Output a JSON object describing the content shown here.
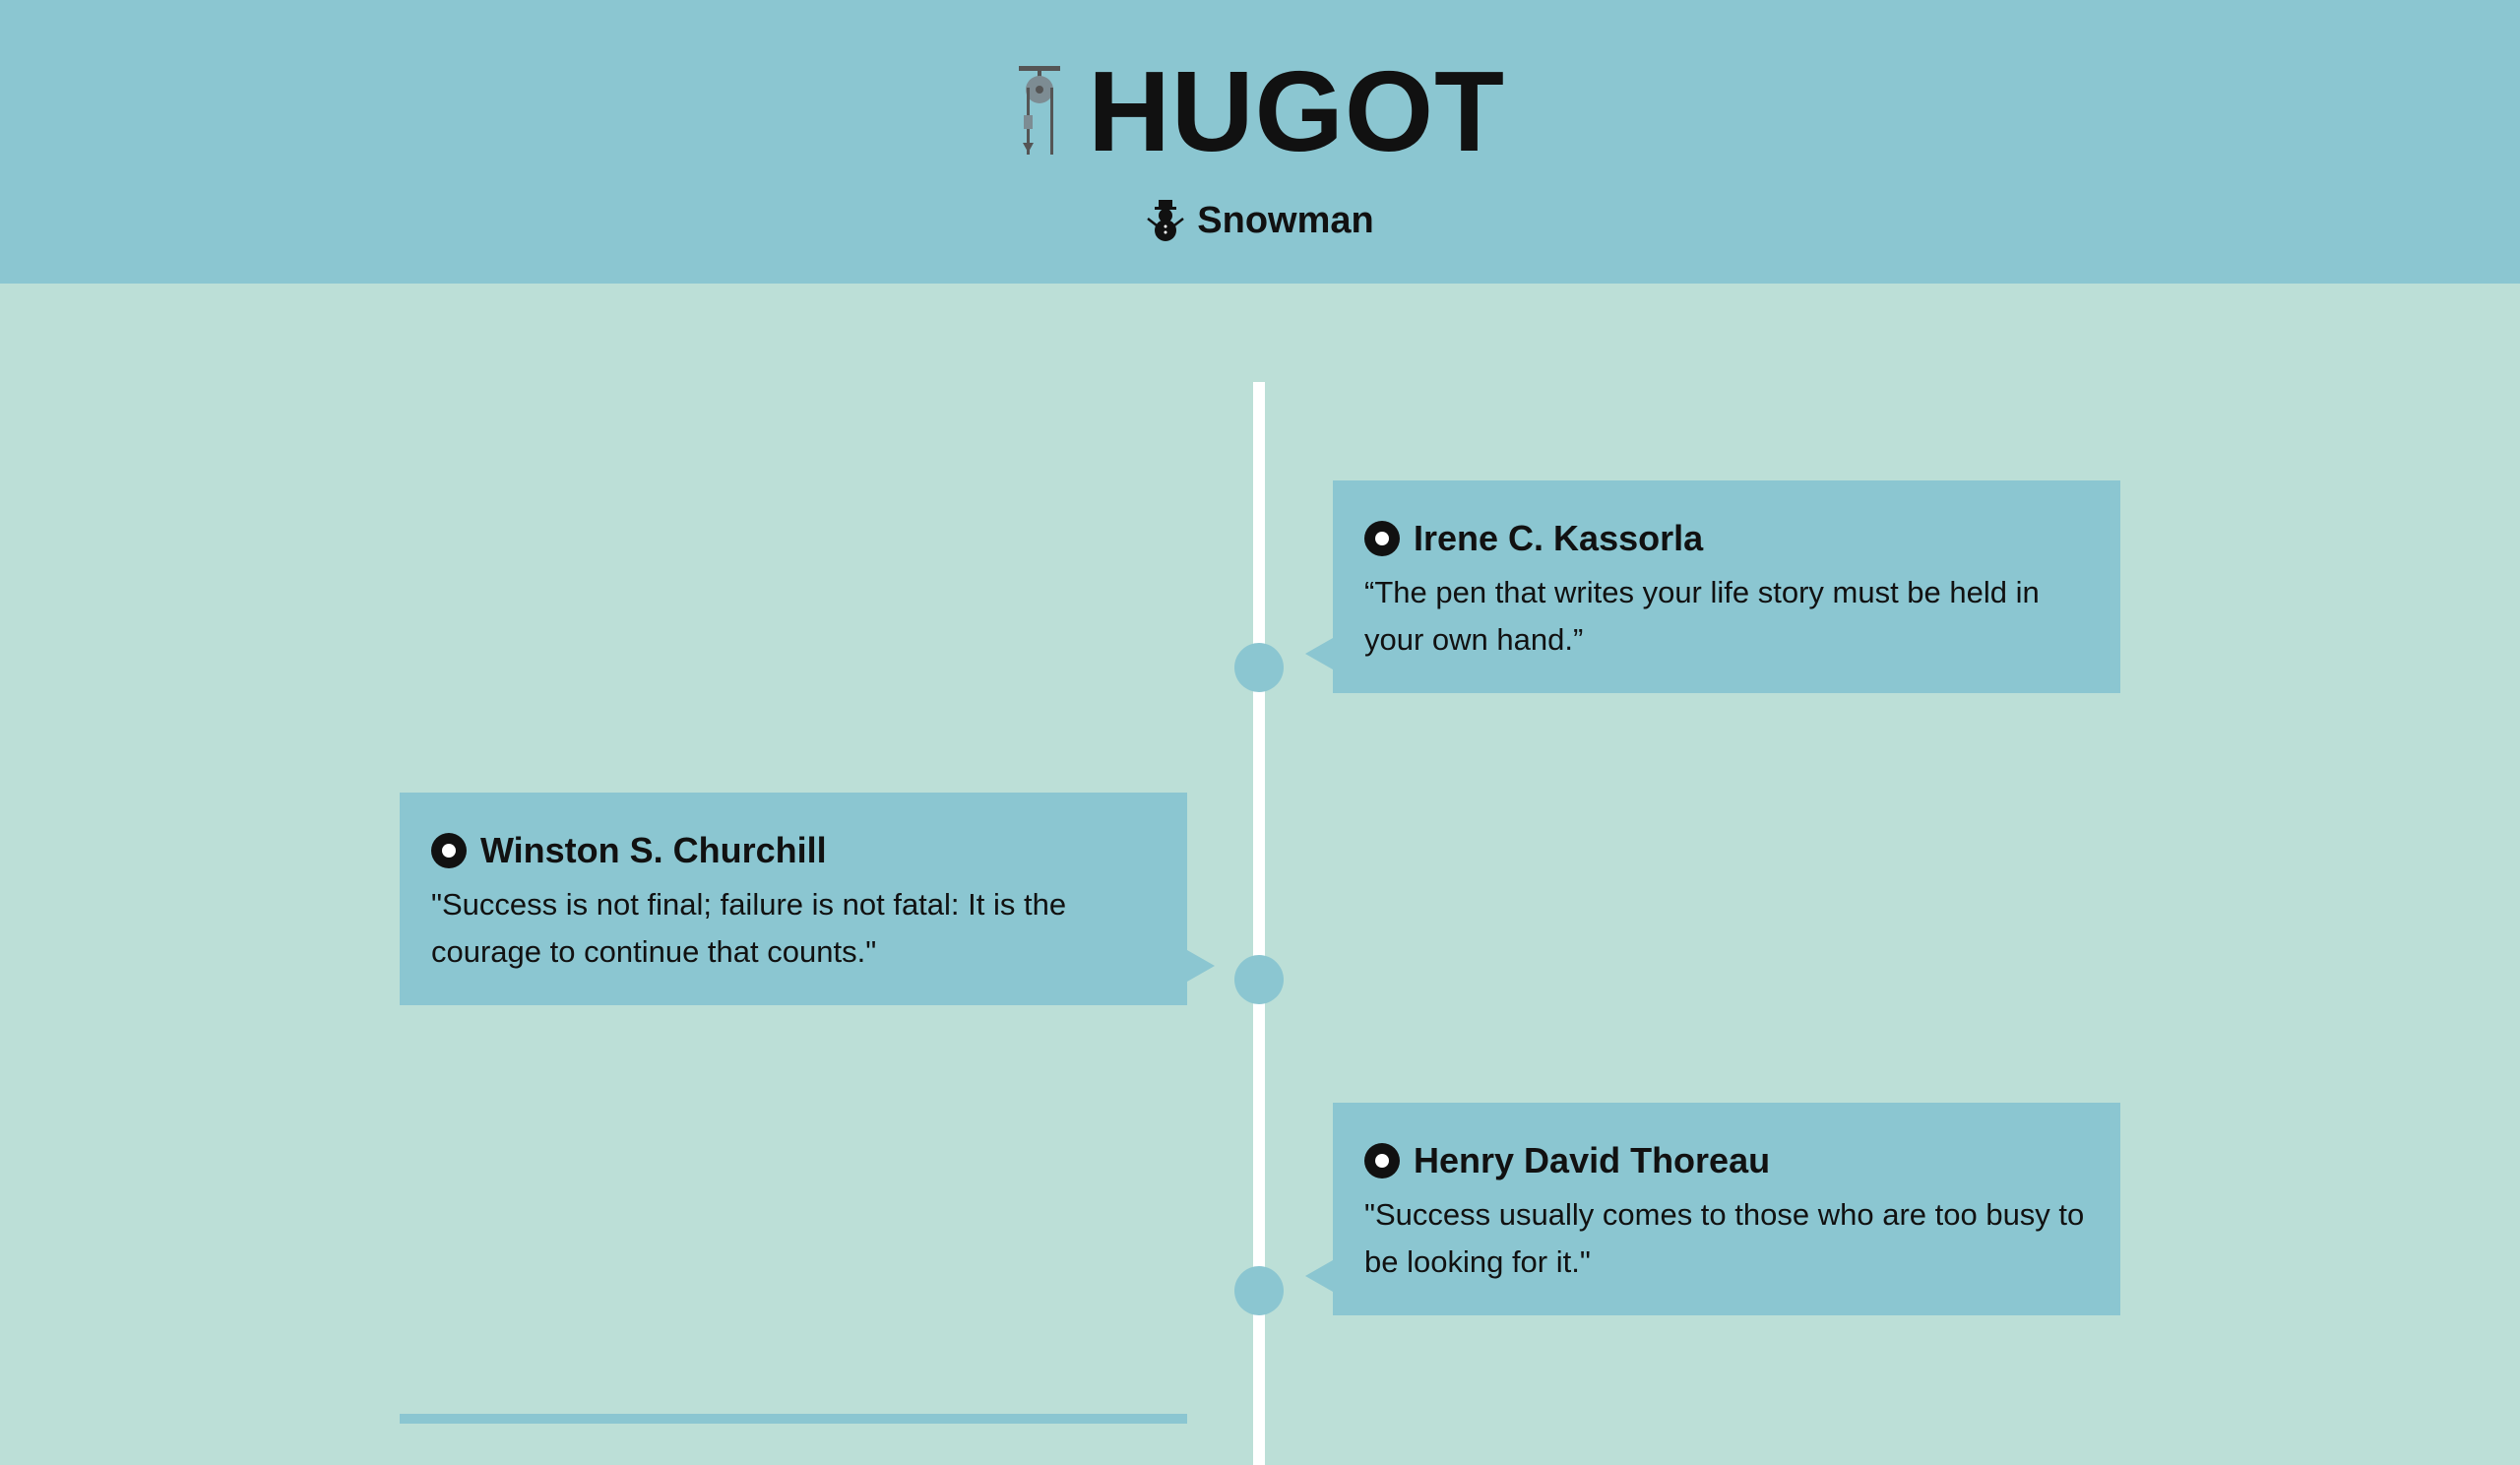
{
  "header": {
    "title": "HUGOT",
    "logo_icon": "pulley-icon",
    "subtitle": "Snowman",
    "subtitle_icon": "snowman-icon"
  },
  "colors": {
    "header_bg": "#8bc6d1",
    "page_bg": "#bcdfd7",
    "timeline_line": "#ffffff",
    "card_bg": "#8bc6d1"
  },
  "entries": [
    {
      "author": "Irene C. Kassorla",
      "quote": "“The pen that writes your life story must be held in your own hand.”",
      "side": "right"
    },
    {
      "author": "Winston S. Churchill",
      "quote": "\"Success is not final; failure is not fatal: It is the courage to continue that counts.\"",
      "side": "left"
    },
    {
      "author": "Henry David Thoreau",
      "quote": "\"Success usually comes to those who are too busy to be looking for it.\"",
      "side": "right"
    }
  ]
}
